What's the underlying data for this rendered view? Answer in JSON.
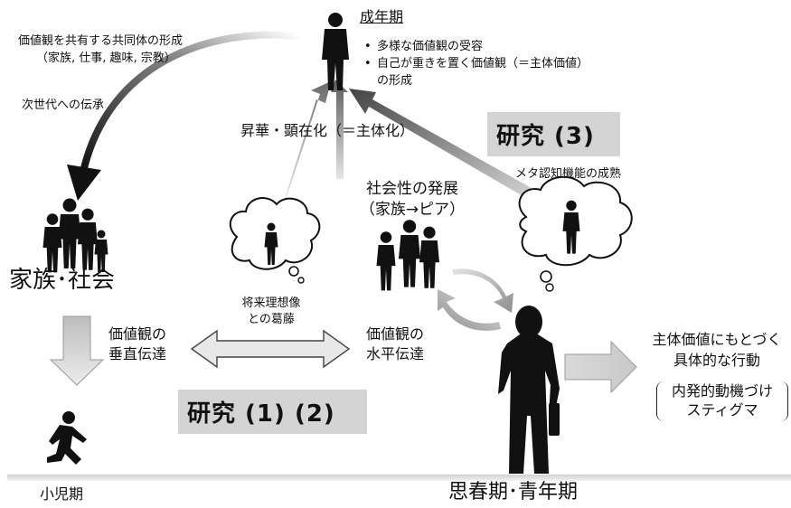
{
  "adult": {
    "title": "成年期",
    "bullets": [
      "多様な価値観の受容",
      "自己が重きを置く価値観（＝主体価値）",
      "の形成"
    ]
  },
  "top_left": {
    "line1": "価値観を共有する共同体の形成",
    "line2": "（家族, 仕事, 趣味, 宗教）",
    "transmission": "次世代への伝承"
  },
  "sublimation": "昇華・顕在化（＝主体化）",
  "research3": "研究 (3)",
  "research12": "研究 (1) (2)",
  "meta_cognition": "メタ認知機能の成熟",
  "social_dev": {
    "line1": "社会性の発展",
    "line2": "（家族→ピア）"
  },
  "family_society": "家族･社会",
  "vertical": {
    "line1": "価値観の",
    "line2": "垂直伝達"
  },
  "conflict": {
    "line1": "将来理想像",
    "line2": "との葛藤"
  },
  "horizontal": {
    "line1": "価値観の",
    "line2": "水平伝達"
  },
  "action": {
    "line1": "主体価値にもとづく",
    "line2": "具体的な行動"
  },
  "motivation": {
    "line1": "内発的動機づけ",
    "line2": "スティグマ"
  },
  "childhood": "小児期",
  "adolescence": "思春期･青年期"
}
